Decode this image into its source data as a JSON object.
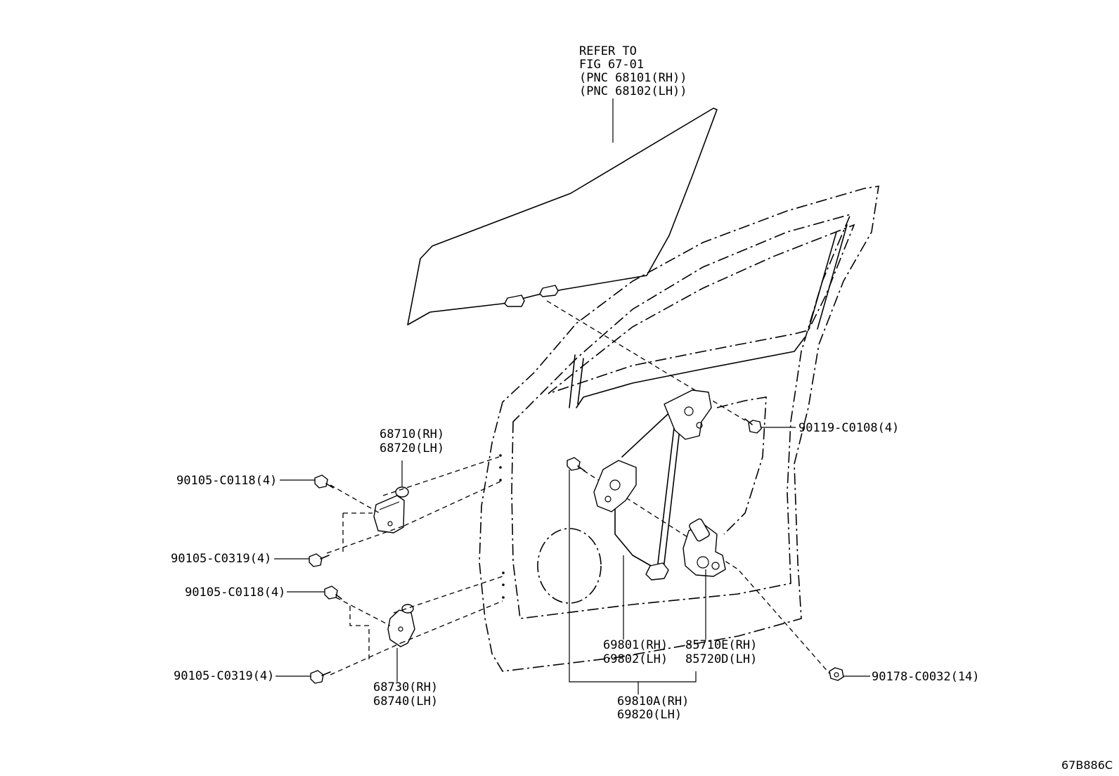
{
  "diagram": {
    "glass_reference": [
      "REFER TO",
      "FIG 67-01",
      "(PNC 68101(RH))",
      "(PNC 68102(LH))"
    ],
    "callouts": {
      "upper_hinge": [
        "68710(RH)",
        "68720(LH)"
      ],
      "lower_hinge": [
        "68730(RH)",
        "68740(LH)"
      ],
      "bolt_upper_hinge_top": "90105-C0118(4)",
      "bolt_upper_hinge_bottom": "90105-C0319(4)",
      "bolt_lower_hinge_top": "90105-C0118(4)",
      "bolt_lower_hinge_bottom": "90105-C0319(4)",
      "regulator_bolt": "90119-C0108(4)",
      "regulator": [
        "69801(RH)",
        "69802(LH)"
      ],
      "motor": [
        "85710E(RH)",
        "85720D(LH)"
      ],
      "regulator_assy": [
        "69810A(RH)",
        "69820(LH)"
      ],
      "nut": "90178-C0032(14)"
    },
    "figure_code": "67B886C"
  }
}
